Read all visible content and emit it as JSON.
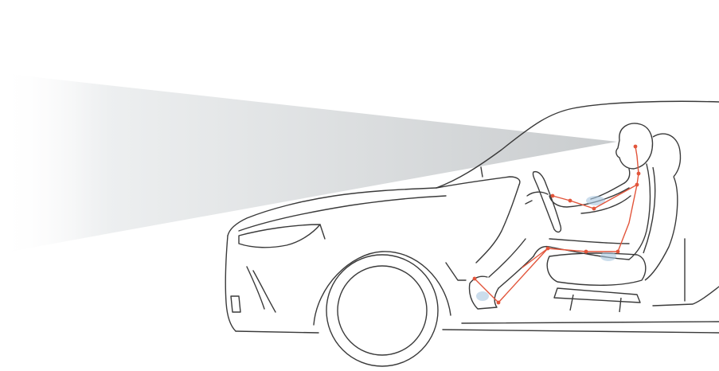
{
  "colors": {
    "background": "#ffffff",
    "outline": "#3a3a3a",
    "skeleton": "#e2553b",
    "joint_highlight": "#a9c6e0",
    "sight_beam": "#c9ccce"
  },
  "icons": [
    "car-outline-illustration",
    "driver-figure",
    "line-of-sight-beam",
    "posture-skeleton-overlay"
  ]
}
